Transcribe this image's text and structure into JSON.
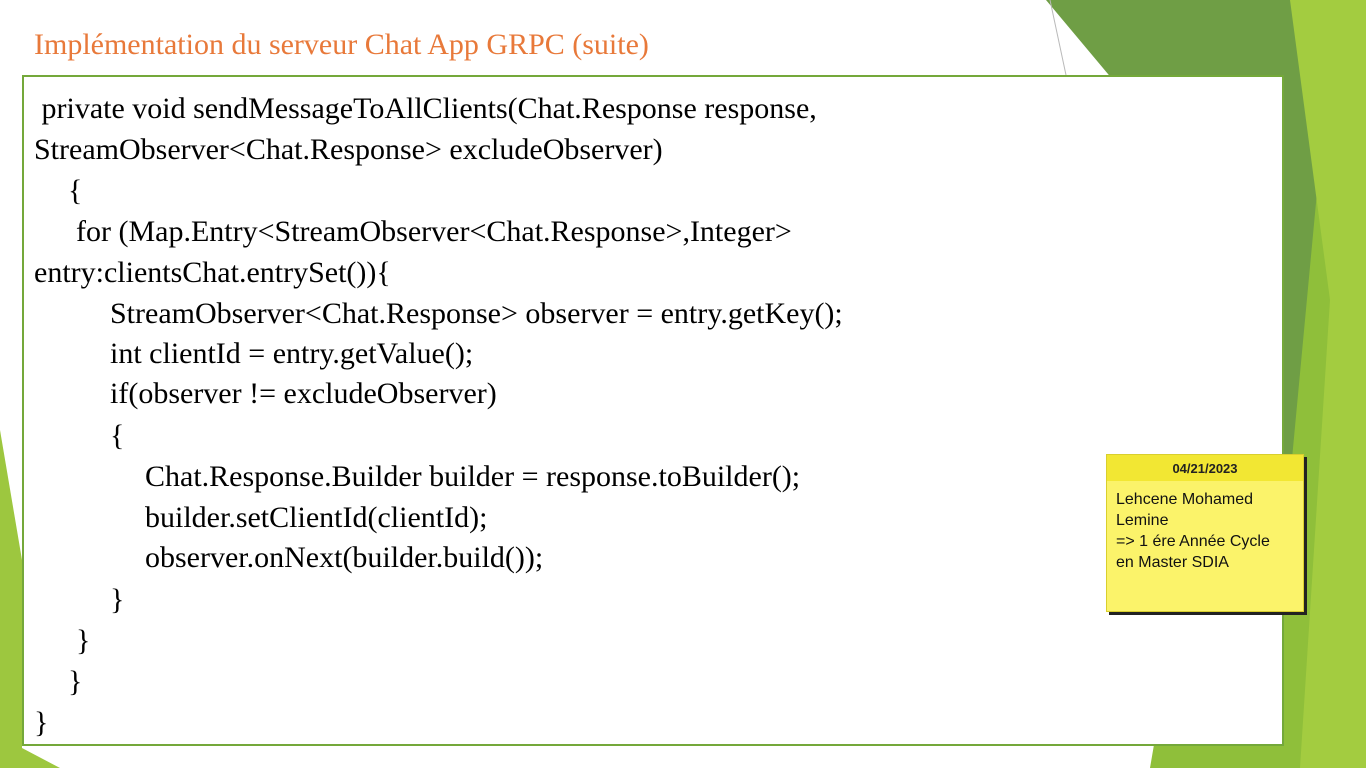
{
  "slide": {
    "title": "Implémentation du serveur Chat App GRPC (suite)"
  },
  "code_lines": [
    " private void sendMessageToAllClients(Chat.Response response,",
    "StreamObserver<Chat.Response> excludeObserver)",
    "{",
    "for (Map.Entry<StreamObserver<Chat.Response>,Integer>",
    "entry:clientsChat.entrySet()){",
    "StreamObserver<Chat.Response> observer = entry.getKey();",
    "int clientId = entry.getValue();",
    "if(observer != excludeObserver)",
    "{",
    "Chat.Response.Builder builder = response.toBuilder();",
    "builder.setClientId(clientId);",
    "observer.onNext(builder.build());",
    "}",
    "}",
    "}",
    "}"
  ],
  "sticky_note": {
    "date": "04/21/2023",
    "lines": [
      "Lehcene Mohamed",
      "Lemine",
      "=> 1 ére Année Cycle",
      "en Master SDIA"
    ]
  },
  "colors": {
    "title": "#e8793a",
    "border": "#74a83a",
    "green_light": "#9dc73f",
    "green_dark": "#6f9e45",
    "note": "#fbf36a"
  }
}
